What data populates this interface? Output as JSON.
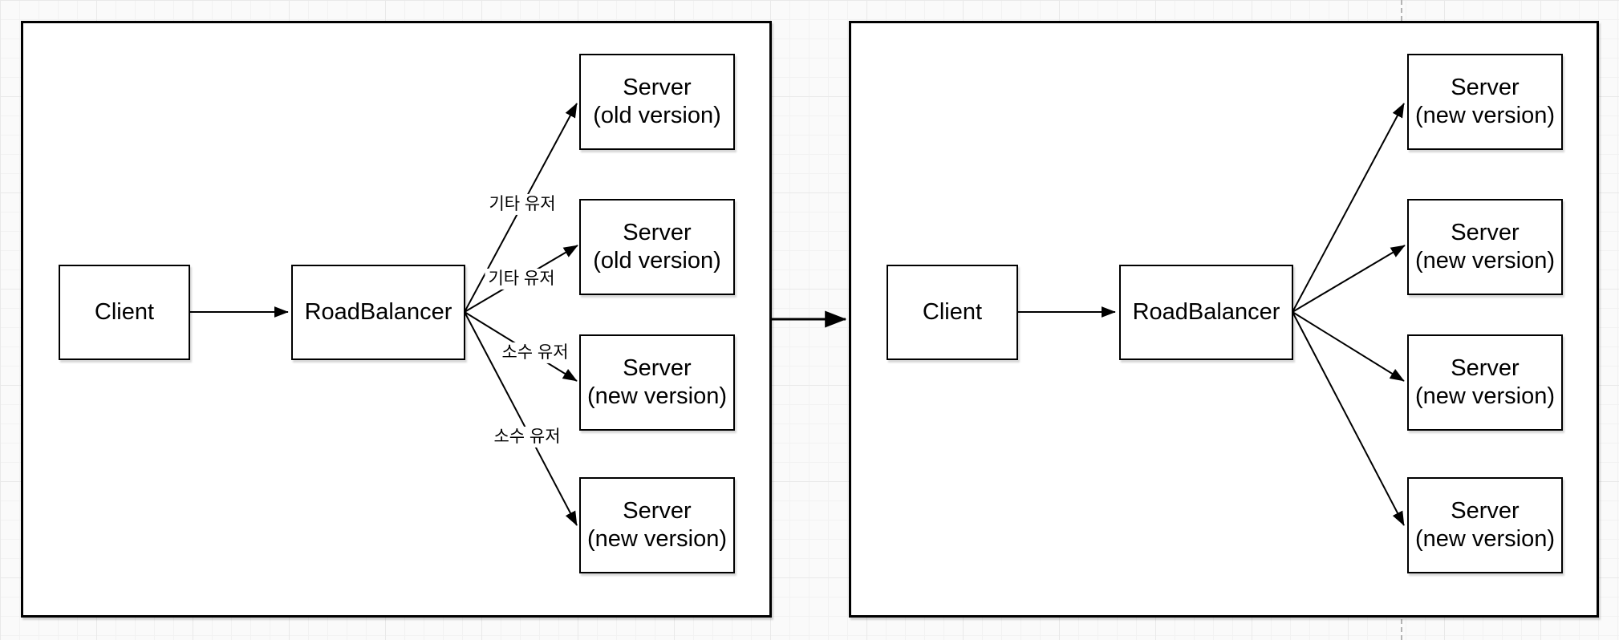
{
  "diagram": {
    "left_panel": {
      "client": "Client",
      "load_balancer": "RoadBalancer",
      "servers": [
        {
          "name": "Server",
          "version": "(old version)"
        },
        {
          "name": "Server",
          "version": "(old version)"
        },
        {
          "name": "Server",
          "version": "(new version)"
        },
        {
          "name": "Server",
          "version": "(new version)"
        }
      ],
      "edge_labels": [
        "기타 유저",
        "기타 유저",
        "소수 유저",
        "소수 유저"
      ]
    },
    "right_panel": {
      "client": "Client",
      "load_balancer": "RoadBalancer",
      "servers": [
        {
          "name": "Server",
          "version": "(new version)"
        },
        {
          "name": "Server",
          "version": "(new version)"
        },
        {
          "name": "Server",
          "version": "(new version)"
        },
        {
          "name": "Server",
          "version": "(new version)"
        }
      ]
    },
    "colors": {
      "stroke": "#000000",
      "shape_fill": "#ffffff",
      "canvas_background": "#fafafa",
      "grid_line": "#f2f2f2",
      "grid_line_major": "#e9e9e9",
      "page_break_line": "#b3b3b3"
    }
  }
}
